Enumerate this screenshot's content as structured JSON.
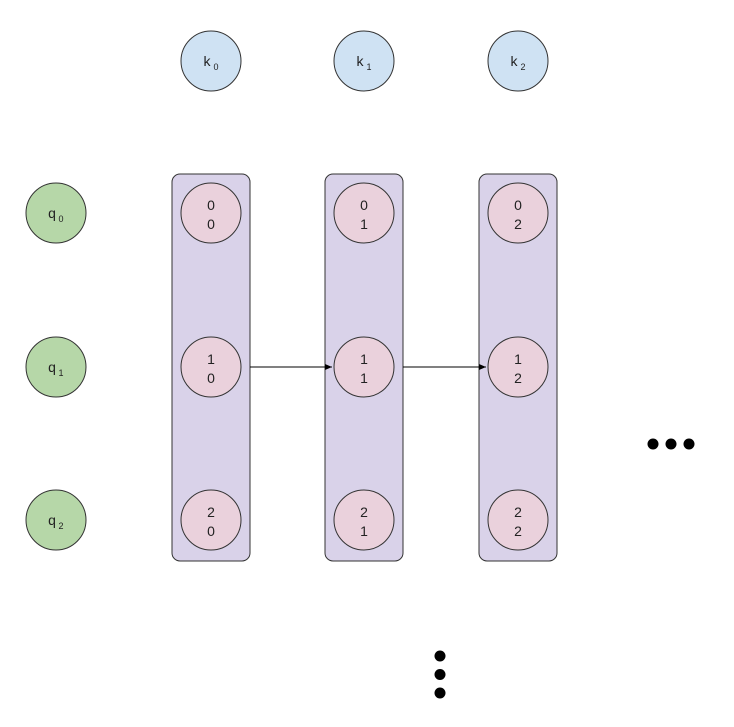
{
  "colors": {
    "key_fill": "#cfe2f3",
    "query_fill": "#b6d7a8",
    "column_fill": "#d9d2e9",
    "cell_fill": "#ead1dc",
    "stroke": "#333333",
    "dots": "#000000"
  },
  "keys": [
    {
      "base": "k",
      "sub": "0"
    },
    {
      "base": "k",
      "sub": "1"
    },
    {
      "base": "k",
      "sub": "2"
    }
  ],
  "queries": [
    {
      "base": "q",
      "sub": "0"
    },
    {
      "base": "q",
      "sub": "1"
    },
    {
      "base": "q",
      "sub": "2"
    }
  ],
  "columns": [
    {
      "cells": [
        {
          "top": "0",
          "bottom": "0"
        },
        {
          "top": "1",
          "bottom": "0"
        },
        {
          "top": "2",
          "bottom": "0"
        }
      ]
    },
    {
      "cells": [
        {
          "top": "0",
          "bottom": "1"
        },
        {
          "top": "1",
          "bottom": "1"
        },
        {
          "top": "2",
          "bottom": "1"
        }
      ]
    },
    {
      "cells": [
        {
          "top": "0",
          "bottom": "2"
        },
        {
          "top": "1",
          "bottom": "2"
        },
        {
          "top": "2",
          "bottom": "2"
        }
      ]
    }
  ],
  "arrows": [
    {
      "from_column": 0,
      "to_column": 1,
      "row": 1
    },
    {
      "from_column": 1,
      "to_column": 2,
      "row": 1
    }
  ],
  "ellipsis_horizontal": {
    "count": 3
  },
  "ellipsis_vertical": {
    "count": 3
  }
}
